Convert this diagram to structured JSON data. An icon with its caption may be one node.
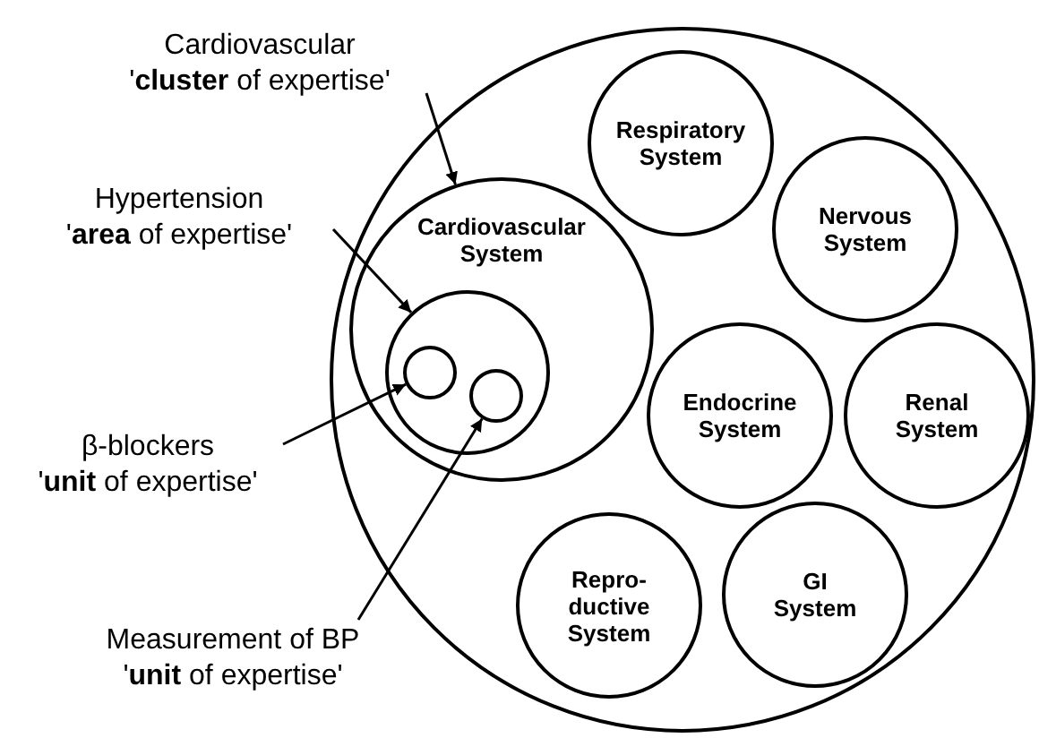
{
  "diagram": {
    "nodes": [
      {
        "text": [
          "Cardiovascular",
          "'**cluster** of expertise'"
        ]
      },
      {
        "text": [
          "Hypertension",
          "'**area** of expertise'"
        ]
      },
      {
        "text": [
          "β-blockers",
          "'**unit** of expertise'"
        ]
      },
      {
        "text": [
          "Measurement of BP",
          "'**unit** of expertise'"
        ]
      },
      {
        "text": [],
        "shape": "circle"
      },
      {
        "text": [
          "Respiratory System"
        ],
        "in": 4
      },
      {
        "text": [
          "Cardiovascular System"
        ],
        "in": 4
      },
      {
        "text": [],
        "shape": "circle",
        "in": 6
      },
      {
        "text": [],
        "shape": "circle",
        "in": 7
      },
      {
        "text": [],
        "shape": "circle",
        "in": 7
      },
      {
        "text": [
          "Nervous System"
        ],
        "in": 4
      },
      {
        "text": [
          "Endocrine System"
        ],
        "in": 4
      },
      {
        "text": [
          "Renal System"
        ],
        "in": 4
      },
      {
        "text": [
          "Repro- ductive System"
        ],
        "in": 4
      },
      {
        "text": [
          "GI System"
        ],
        "in": 4
      }
    ],
    "edges": [
      {
        "from": 0,
        "to": 6,
        "arrow": "to"
      },
      {
        "from": 1,
        "to": 7,
        "arrow": "to"
      },
      {
        "from": 2,
        "to": 8,
        "arrow": "to"
      },
      {
        "from": 3,
        "to": 9,
        "arrow": "to"
      }
    ]
  }
}
